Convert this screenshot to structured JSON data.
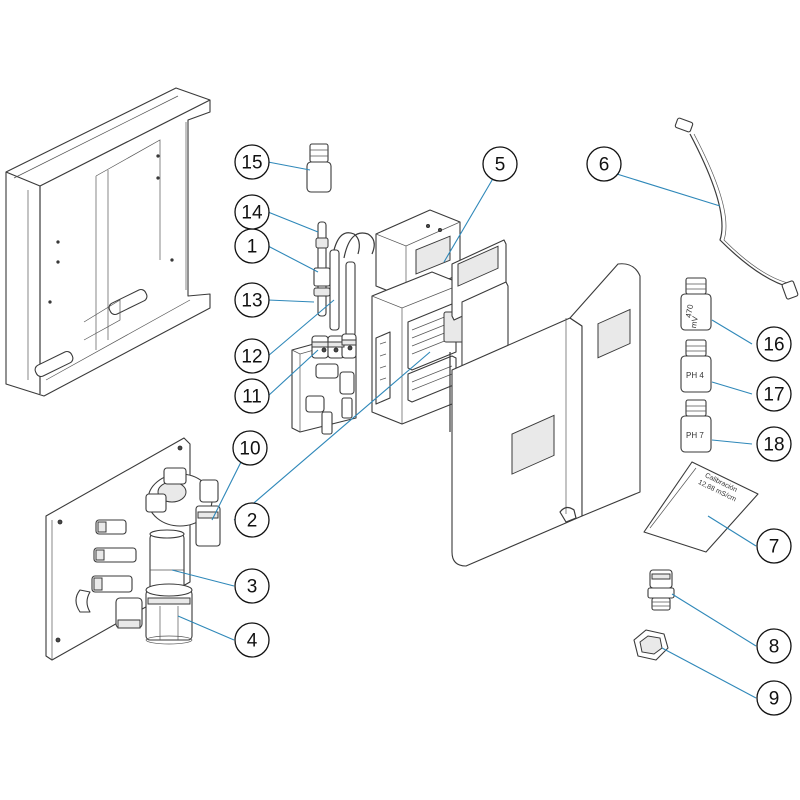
{
  "diagram": {
    "callouts": [
      {
        "number": "1"
      },
      {
        "number": "2"
      },
      {
        "number": "3"
      },
      {
        "number": "4"
      },
      {
        "number": "5"
      },
      {
        "number": "6"
      },
      {
        "number": "7"
      },
      {
        "number": "8"
      },
      {
        "number": "9"
      },
      {
        "number": "10"
      },
      {
        "number": "11"
      },
      {
        "number": "12"
      },
      {
        "number": "13"
      },
      {
        "number": "14"
      },
      {
        "number": "15"
      },
      {
        "number": "16"
      },
      {
        "number": "17"
      },
      {
        "number": "18"
      }
    ],
    "bottles": {
      "b16_line1": "470",
      "b16_line2": "mV",
      "b17_label": "PH 4",
      "b18_label": "PH 7"
    },
    "sachet": {
      "line1": "Calibración",
      "line2": "12,88 mS/cm"
    },
    "colors": {
      "leader": "#2f88b9",
      "outline": "#3a3a3a"
    }
  }
}
